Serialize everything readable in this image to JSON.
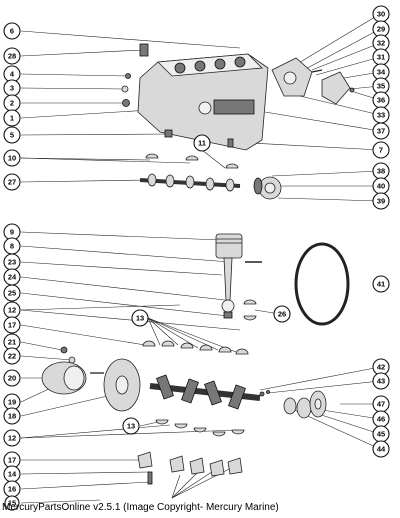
{
  "callouts": {
    "c6": "6",
    "c28": "28",
    "c4": "4",
    "c3": "3",
    "c2": "2",
    "c1": "1",
    "c5": "5",
    "c10": "10",
    "c11": "11",
    "c27": "27",
    "c30": "30",
    "c29": "29",
    "c32": "32",
    "c31": "31",
    "c34": "34",
    "c35": "35",
    "c36": "36",
    "c33": "33",
    "c37": "37",
    "c7": "7",
    "c38": "38",
    "c40": "40",
    "c39": "39",
    "c9": "9",
    "c8": "8",
    "c23": "23",
    "c24": "24",
    "c25": "25",
    "c12a": "12",
    "c17a": "17",
    "c13a": "13",
    "c26": "26",
    "c41": "41",
    "c21": "21",
    "c22": "22",
    "c20": "20",
    "c19": "19",
    "c18": "18",
    "c42": "42",
    "c43": "43",
    "c47": "47",
    "c46": "46",
    "c45": "45",
    "c44": "44",
    "c13b": "13",
    "c12b": "12",
    "c17b": "17",
    "c14": "14",
    "c16": "16",
    "c15": "15"
  },
  "footer": "MercuryPartsOnline v2.5.1 (Image Copyright- Mercury Marine)"
}
